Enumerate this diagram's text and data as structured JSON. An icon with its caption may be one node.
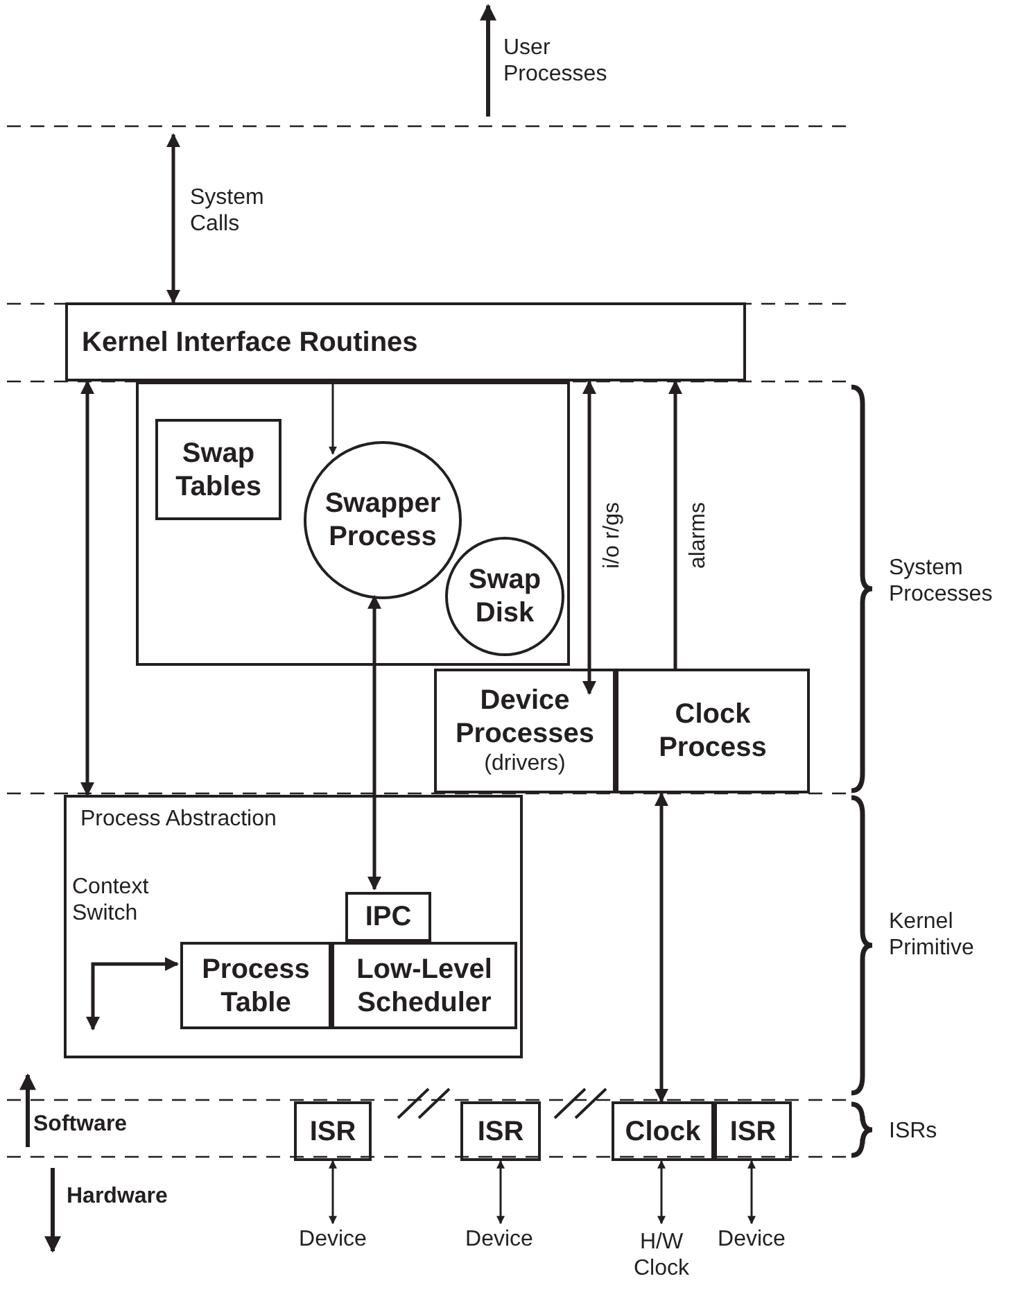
{
  "diagram": {
    "nodes": [
      {
        "text": [
          "Kernel Interface Routines"
        ]
      },
      {
        "text": [],
        "shape": "box"
      },
      {
        "text": [
          "Swap Tables"
        ],
        "in": 1
      },
      {
        "text": [
          "Swapper Process"
        ],
        "in": 1
      },
      {
        "text": [
          "Swap Disk"
        ],
        "in": 1
      },
      {
        "text": [
          "Device Processes",
          "(drivers)"
        ]
      },
      {
        "text": [
          "Clock Process"
        ]
      },
      {
        "text": [
          "Process Abstraction"
        ]
      },
      {
        "text": [
          "IPC"
        ],
        "in": 7
      },
      {
        "text": [
          "Process Table"
        ],
        "in": 7
      },
      {
        "text": [
          "Low-Level Scheduler"
        ],
        "in": 7
      },
      {
        "text": [
          "ISR"
        ]
      },
      {
        "text": [
          "ISR"
        ]
      },
      {
        "text": [
          "Clock"
        ]
      },
      {
        "text": [
          "ISR"
        ]
      },
      {
        "text": [
          "Device"
        ]
      },
      {
        "text": [
          "Device"
        ]
      },
      {
        "text": [
          "H/W Clock"
        ]
      },
      {
        "text": [
          "Device"
        ]
      }
    ],
    "edges": [
      {
        "from": null,
        "to": 0,
        "arrow": "both",
        "label": "System Calls"
      },
      {
        "from": 0,
        "to": 3,
        "arrow": "to"
      },
      {
        "from": 0,
        "to": 7,
        "arrow": "both"
      },
      {
        "from": 3,
        "to": 8,
        "arrow": "both"
      },
      {
        "from": 0,
        "to": 5,
        "arrow": "both",
        "label": "i/o r/gs"
      },
      {
        "from": 6,
        "to": 0,
        "arrow": "to",
        "label": "alarms"
      },
      {
        "from": 13,
        "to": 6,
        "arrow": "both"
      },
      {
        "from": null,
        "to": 9,
        "arrow": "both",
        "label": "Context Switch"
      },
      {
        "from": 11,
        "to": 15,
        "arrow": "both"
      },
      {
        "from": 12,
        "to": 16,
        "arrow": "both"
      },
      {
        "from": 13,
        "to": 17,
        "arrow": "both"
      },
      {
        "from": 14,
        "to": 18,
        "arrow": "both"
      }
    ],
    "labels": [
      "User Processes",
      "System Processes",
      "Kernel Primitive",
      "ISRs",
      "Software",
      "Hardware"
    ]
  }
}
